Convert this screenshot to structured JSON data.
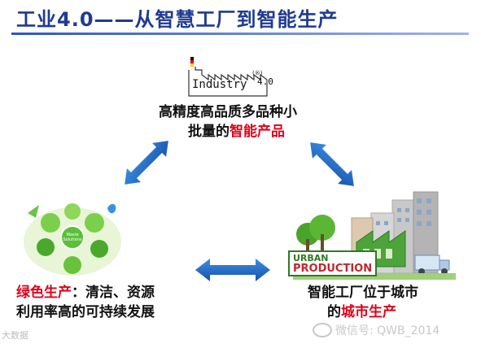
{
  "title": "工业4.0——从智慧工厂到智能生产",
  "top_node": {
    "logo_text": "Industry",
    "logo_version": "4.0",
    "logo_sup": "(®)",
    "line1": "高精度高品质多品种小",
    "line2_prefix": "批量的",
    "line2_highlight": "智能产品"
  },
  "left_node": {
    "line1_highlight": "绿色生产",
    "line1_rest": "：清洁、资源",
    "line2": "利用率高的可持续发展",
    "diagram_labels": [
      "Waste Solutions"
    ]
  },
  "right_node": {
    "banner_line1": "URBAN",
    "banner_line2": "PRODUCTION",
    "line1": "智能工厂位于城市",
    "line2_prefix": "的",
    "line2_highlight": "城市生产"
  },
  "watermark": {
    "wechat_label": "微信号: QWB_2014",
    "left_text": "大数据"
  },
  "colors": {
    "title": "#1f3a93",
    "highlight": "#e0001a",
    "arrow": "#1a5fb4"
  }
}
